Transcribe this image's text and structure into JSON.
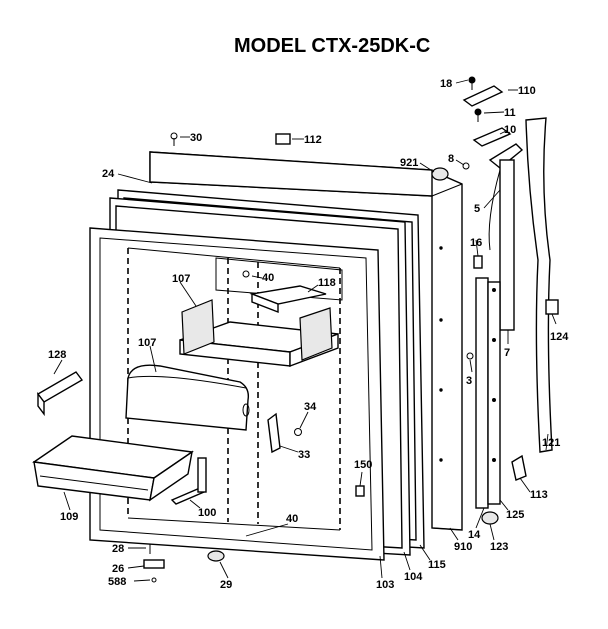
{
  "title": "MODEL CTX-25DK-C",
  "parts": {
    "p18": "18",
    "p110": "110",
    "p11": "11",
    "p10": "10",
    "p30": "30",
    "p112": "112",
    "p921": "921",
    "p8": "8",
    "p24": "24",
    "p5": "5",
    "p16": "16",
    "p107a": "107",
    "p40a": "40",
    "p118": "118",
    "p128": "128",
    "p107b": "107",
    "p124": "124",
    "p7": "7",
    "p3": "3",
    "p34": "34",
    "p33": "33",
    "p121": "121",
    "p150": "150",
    "p113": "113",
    "p109": "109",
    "p100": "100",
    "p40b": "40",
    "p125": "125",
    "p14": "14",
    "p910": "910",
    "p123": "123",
    "p115": "115",
    "p104": "104",
    "p103": "103",
    "p28": "28",
    "p26": "26",
    "p588": "588",
    "p29": "29"
  }
}
